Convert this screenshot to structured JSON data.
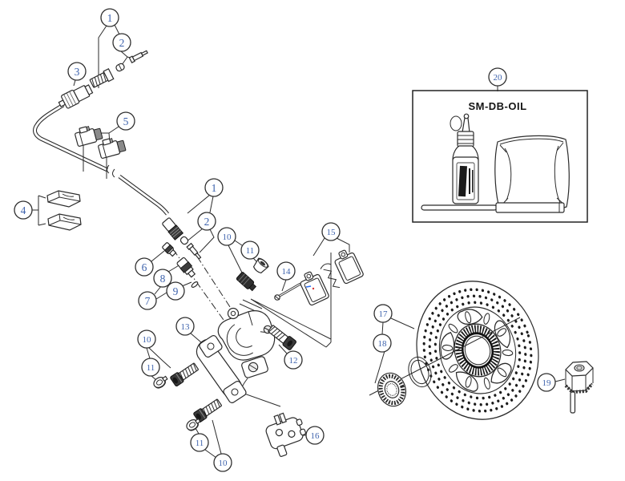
{
  "diagram": {
    "kit_label": "SM-DB-OIL",
    "background_color": "#ffffff",
    "line_color": "#2b2b2b",
    "callout_number_color": "#3e63ad"
  },
  "callouts": [
    {
      "label": "1"
    },
    {
      "label": "2"
    },
    {
      "label": "3"
    },
    {
      "label": "5"
    },
    {
      "label": "4"
    },
    {
      "label": "1"
    },
    {
      "label": "2"
    },
    {
      "label": "10"
    },
    {
      "label": "11"
    },
    {
      "label": "6"
    },
    {
      "label": "8"
    },
    {
      "label": "9"
    },
    {
      "label": "7"
    },
    {
      "label": "14"
    },
    {
      "label": "15"
    },
    {
      "label": "13"
    },
    {
      "label": "10"
    },
    {
      "label": "11"
    },
    {
      "label": "12"
    },
    {
      "label": "11"
    },
    {
      "label": "10"
    },
    {
      "label": "16"
    },
    {
      "label": "17"
    },
    {
      "label": "18"
    },
    {
      "label": "19"
    },
    {
      "label": "20"
    }
  ]
}
